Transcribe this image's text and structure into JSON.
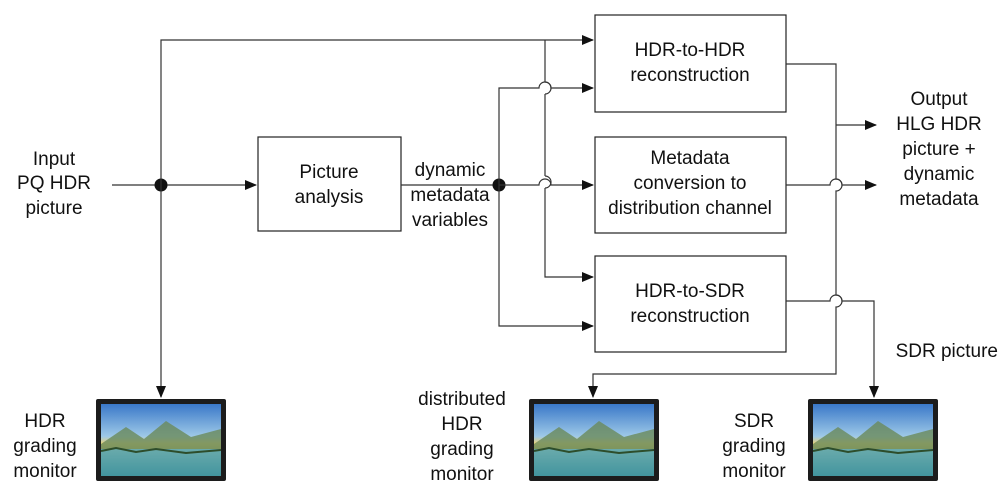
{
  "input": {
    "lines": [
      "Input",
      "PQ HDR",
      "picture"
    ]
  },
  "boxes": {
    "analysis": [
      "Picture",
      "analysis"
    ],
    "hdr_to_hdr": [
      "HDR-to-HDR",
      "reconstruction"
    ],
    "metadata_conv": [
      "Metadata",
      "conversion to",
      "distribution channel"
    ],
    "hdr_to_sdr": [
      "HDR-to-SDR",
      "reconstruction"
    ]
  },
  "dynamic_metadata": [
    "dynamic",
    "metadata",
    "variables"
  ],
  "output": [
    "Output",
    "HLG HDR",
    "picture +",
    "dynamic",
    "metadata"
  ],
  "sdr_picture": "SDR picture",
  "monitors": {
    "hdr_grading": [
      "HDR",
      "grading",
      "monitor"
    ],
    "distributed_hdr": [
      "distributed",
      "HDR",
      "grading",
      "monitor"
    ],
    "sdr_grading": [
      "SDR",
      "grading",
      "monitor"
    ]
  }
}
